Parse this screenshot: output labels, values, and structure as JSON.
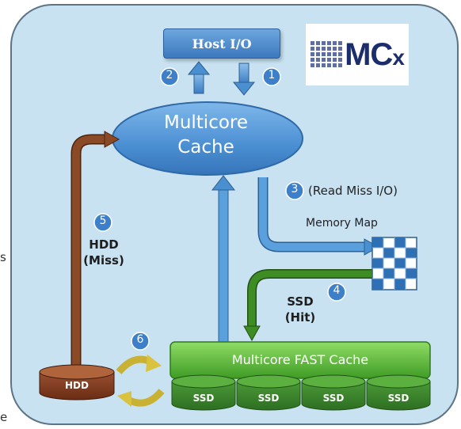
{
  "diagram": {
    "host_io": "Host I/O",
    "logo": {
      "main": "MC",
      "sub": "x"
    },
    "cache_line1": "Multicore",
    "cache_line2": "Cache",
    "step1": "1",
    "step2": "2",
    "step3": "3",
    "step3_text": "(Read Miss I/O)",
    "memory_map": "Memory Map",
    "step4": "4",
    "ssd_hit_line1": "SSD",
    "ssd_hit_line2": "(Hit)",
    "step5": "5",
    "hdd_miss_line1": "HDD",
    "hdd_miss_line2": "(Miss)",
    "step6": "6",
    "fast_cache": "Multicore FAST Cache",
    "ssd_labels": [
      "SSD",
      "SSD",
      "SSD",
      "SSD"
    ],
    "hdd": "HDD",
    "edge_fragments": [
      "s",
      "e"
    ]
  },
  "colors": {
    "panel": "#c9e2f2",
    "blue_arrow": "#4a8fcf",
    "brown": "#7a3e20",
    "green": "#4caf2e",
    "step_badge": "#3d7fc8"
  }
}
